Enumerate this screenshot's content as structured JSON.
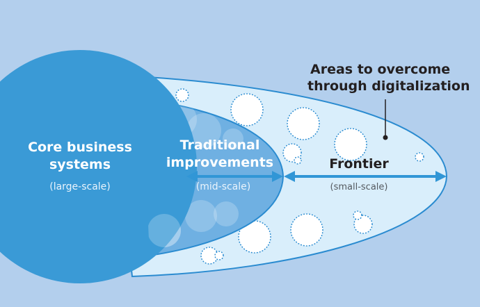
{
  "diagram": {
    "core": {
      "title": "Core business systems",
      "title_line1": "Core business",
      "title_line2": "systems",
      "scale": "(large-scale)"
    },
    "traditional": {
      "title_line1": "Traditional",
      "title_line2": "improvements",
      "scale": "(mid-scale)"
    },
    "frontier": {
      "title": "Frontier",
      "scale": "(small-scale)"
    },
    "callout": {
      "line1": "Areas to overcome",
      "line2": "through digitalization"
    }
  },
  "colors": {
    "background": "#b3cfed",
    "core_circle": "#3a9ad6",
    "traditional_region": "#6fb0e2",
    "frontier_region": "#d9eefb",
    "outline": "#2a8bd0",
    "arrow": "#3196d6",
    "callout_text": "#231f20"
  }
}
